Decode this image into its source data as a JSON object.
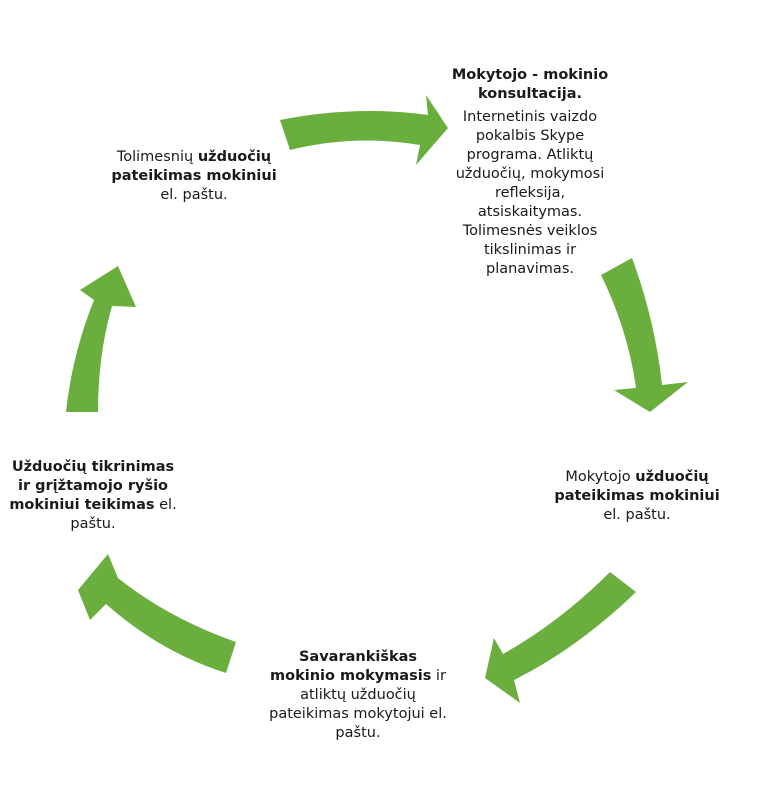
{
  "arrow_color": "#6aae3e",
  "steps": [
    {
      "id": "consultation",
      "title": "Mokytojo - mokinio konsultacija.",
      "body": "Internetinis vaizdo pokalbis Skype programa.  Atliktų užduočių, mokymosi refleksija, atsiskaitymas. Tolimesnės veiklos tikslinimas ir planavimas."
    },
    {
      "id": "teacher-assignment",
      "text_before": "Mokytojo ",
      "bold": "užduočių pateikimas mokiniui",
      "text_after": " el. paštu."
    },
    {
      "id": "self-learning",
      "bold": "Savarankiškas mokinio mokymasis",
      "text_after": " ir atliktų užduočių pateikimas mokytojui el. paštu."
    },
    {
      "id": "checking-feedback",
      "bold": "Užduočių tikrinimas ir grįžtamojo ryšio mokiniui teikimas",
      "text_after": " el. paštu."
    },
    {
      "id": "further-assignment",
      "text_before": "Tolimesnių ",
      "bold": "užduočių pateikimas mokiniui",
      "text_after": " el. paštu."
    }
  ]
}
